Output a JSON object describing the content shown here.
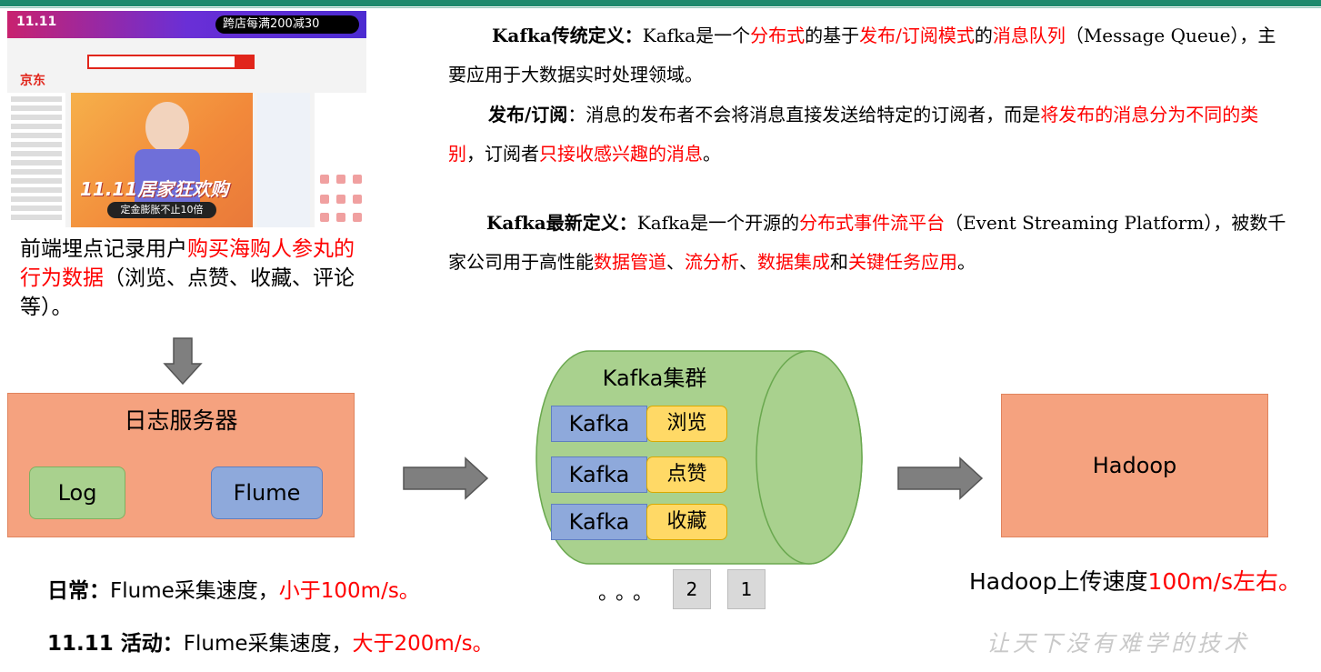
{
  "colors": {
    "accent_red": "#ff0000",
    "log_server": "#f5a27f",
    "log_box": "#a9d18e",
    "flume_box": "#8ea9db",
    "kafka_cluster": "#a9d18e",
    "topic_box": "#ffd966",
    "page_box": "#d9d9d9"
  },
  "screenshot": {
    "banner_logo": "11.11",
    "promo": "跨店每满200减30",
    "brand": "京东",
    "slogan": "11.11居家狂欢购",
    "cta": "定金膨胀不止10倍"
  },
  "left_caption": {
    "part1": "前端埋点记录用户",
    "part2": "购买海购人参丸的行为数据",
    "part3": "（浏览、点赞、收藏、评论等）。"
  },
  "def1": {
    "label": "Kafka传统定义：",
    "t1": "Kafka是一个",
    "r1": "分布式",
    "t2": "的基于",
    "r2": "发布/订阅模式",
    "t3": "的",
    "r3": "消息队列",
    "t4": "（Message Queue），主要应用于大数据实时处理领域。"
  },
  "def2": {
    "label": "发布/订阅",
    "t1": "：消息的发布者不会将消息直接发送给特定的订阅者，而是",
    "r1": "将发布的消息分为不同的类别",
    "t2": "，订阅者",
    "r2": "只接收感兴趣的消息",
    "t3": "。"
  },
  "def3": {
    "label": "Kafka最新定义：",
    "t1": "Kafka是一个开源的",
    "r1": "分布式事件流平台",
    "t2": "（Event Streaming Platform），被数千家公司用于高性能",
    "r2": "数据管道",
    "t3": "、",
    "r3": "流分析",
    "t4": "、",
    "r4": "数据集成",
    "t5": "和",
    "r5": "关键任务应用",
    "t6": "。"
  },
  "log_server": {
    "title": "日志服务器",
    "log": "Log",
    "flume": "Flume"
  },
  "kafka_cluster": {
    "title": "Kafka集群",
    "rows": [
      {
        "node": "Kafka",
        "topic": "浏览"
      },
      {
        "node": "Kafka",
        "topic": "点赞"
      },
      {
        "node": "Kafka",
        "topic": "收藏"
      }
    ],
    "ellipsis": "。。。",
    "pages": [
      "2",
      "1"
    ]
  },
  "hadoop": {
    "title": "Hadoop",
    "note_prefix": "Hadoop上传速度",
    "note_value": "100m/s左右。"
  },
  "daily": {
    "label": "日常：",
    "text": "Flume采集速度，",
    "value": "小于100m/s。"
  },
  "event": {
    "label": "11.11 活动：",
    "text": "Flume采集速度，",
    "value": "大于200m/s。"
  },
  "watermark": "让天下没有难学的技术"
}
